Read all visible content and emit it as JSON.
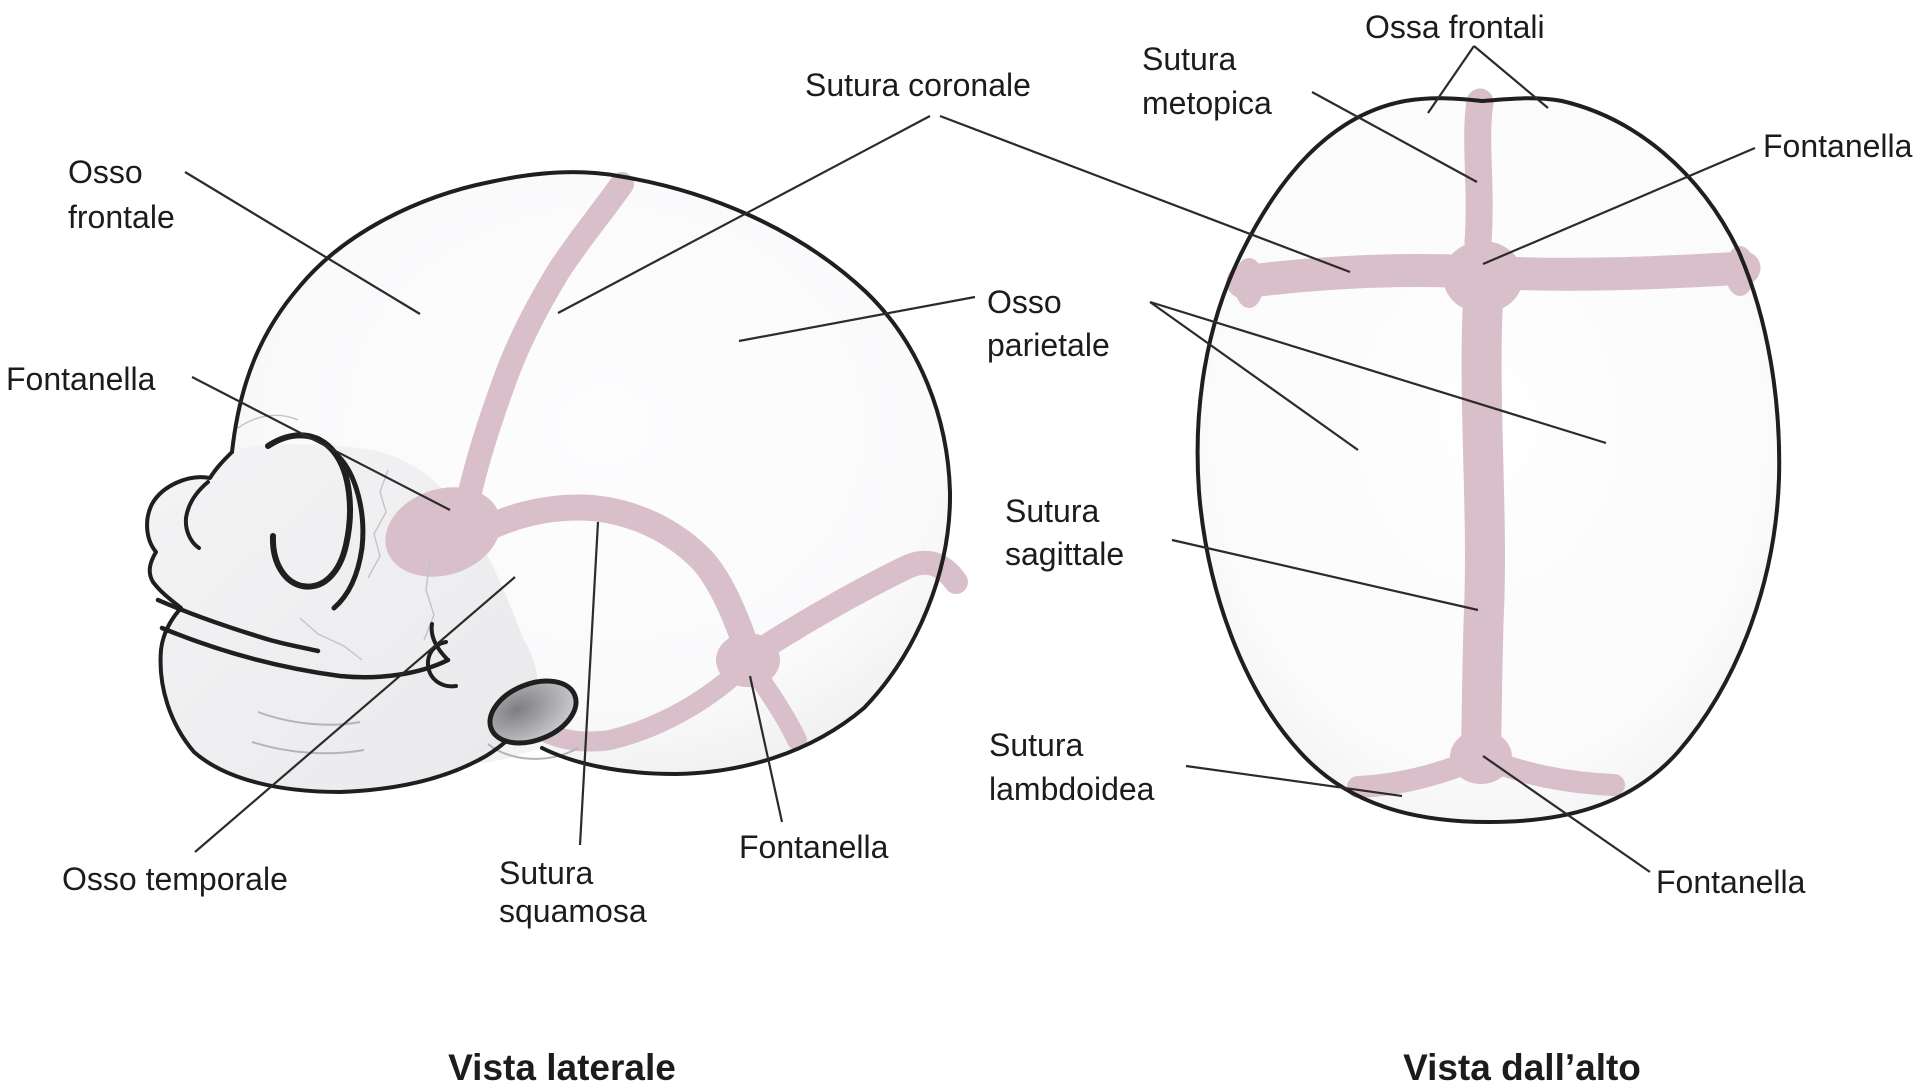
{
  "figure_title": "Infant skull sutures and fontanelles diagram",
  "colors": {
    "suture_pink": "#d8bfc9",
    "outline_dark": "#1f1f1f",
    "text": "#1c1c1c",
    "bone_fill_light": "#f2f2f4",
    "background": "#ffffff"
  },
  "lateral_view": {
    "caption": "Vista laterale",
    "labels": {
      "sutura_coronale": "Sutura coronale",
      "osso_frontale": [
        "Osso",
        "frontale"
      ],
      "fontanella_left": "Fontanella",
      "osso_temporale": "Osso temporale",
      "sutura_squamosa": [
        "Sutura",
        "squamosa"
      ],
      "fontanella_bottom": "Fontanella",
      "sutura_lambdoidea": [
        "Sutura",
        "lambdoidea"
      ]
    }
  },
  "top_view": {
    "caption": "Vista dall’alto",
    "labels": {
      "ossa_frontali": "Ossa frontali",
      "sutura_metopica": [
        "Sutura",
        "metopica"
      ],
      "fontanella_right": "Fontanella",
      "osso_parietale": [
        "Osso",
        "parietale"
      ],
      "sutura_sagittale": [
        "Sutura",
        "sagittale"
      ],
      "fontanella_bottom_right": "Fontanella"
    }
  }
}
